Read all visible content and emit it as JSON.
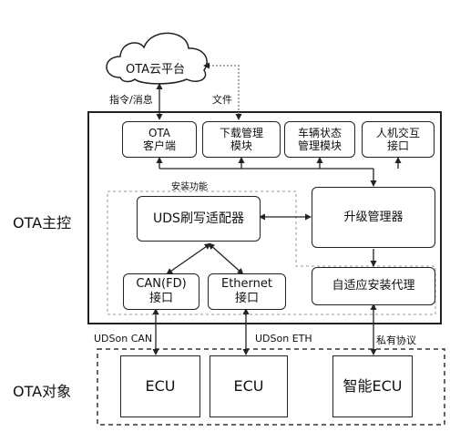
{
  "cloud": {
    "label": "OTA云平台"
  },
  "side_labels": {
    "controller": "OTA主控",
    "targets": "OTA对象"
  },
  "link_labels": {
    "command": "指令/消息",
    "file": "文件",
    "install_function": "安装功能",
    "uds_can": "UDSon CAN",
    "uds_eth": "UDSon ETH",
    "private_protocol": "私有协议"
  },
  "modules": {
    "ota_client": "OTA\n客户端",
    "download_manager": "下载管理\n模块",
    "vehicle_state": "车辆状态\n管理模块",
    "hmi": "人机交互\n接口",
    "uds_adapter": "UDS刷写适配器",
    "upgrade_manager": "升级管理器",
    "can_fd": "CAN(FD)\n接口",
    "ethernet": "Ethernet\n接口",
    "adaptive_agent": "自适应安装代理"
  },
  "targets": {
    "ecu_1": "ECU",
    "ecu_2": "ECU",
    "smart_ecu": "智能ECU"
  }
}
